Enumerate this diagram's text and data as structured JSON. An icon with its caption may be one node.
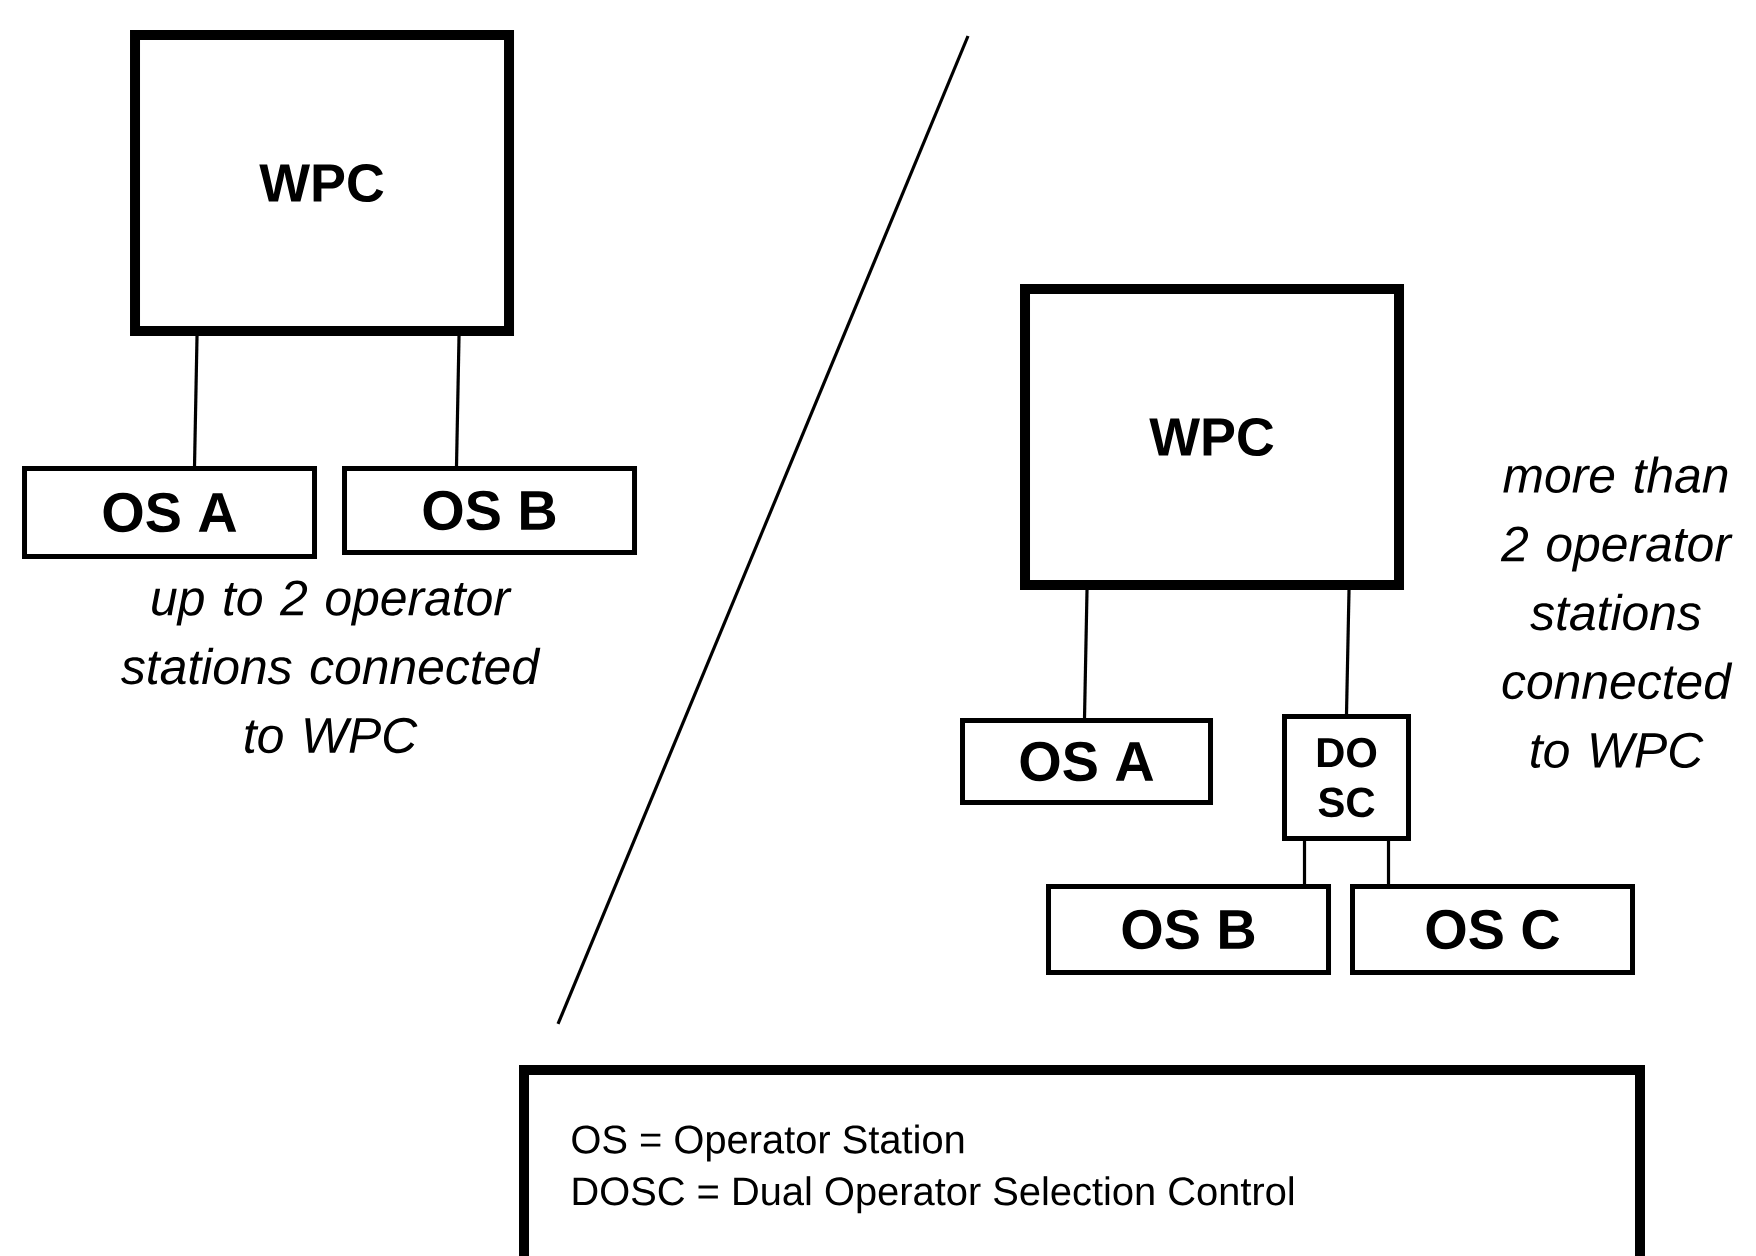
{
  "diagram": {
    "nodes": [
      {
        "text": [
          "WPC"
        ]
      },
      {
        "text": [
          "OS A"
        ]
      },
      {
        "text": [
          "OS B"
        ]
      },
      {
        "text": [
          "WPC"
        ]
      },
      {
        "text": [
          "OS A"
        ]
      },
      {
        "text": [
          "DO SC"
        ]
      },
      {
        "text": [
          "OS B"
        ]
      },
      {
        "text": [
          "OS C"
        ]
      },
      {
        "text": [
          "OS  =  Operator Station",
          "DOSC  =  Dual Operator Selection Control"
        ]
      }
    ],
    "edges": [
      {
        "from": 0,
        "to": 1,
        "arrow": "none"
      },
      {
        "from": 0,
        "to": 2,
        "arrow": "none"
      },
      {
        "from": 3,
        "to": 4,
        "arrow": "none"
      },
      {
        "from": 3,
        "to": 5,
        "arrow": "none"
      },
      {
        "from": 5,
        "to": 6,
        "arrow": "none"
      },
      {
        "from": 5,
        "to": 7,
        "arrow": "none"
      }
    ],
    "labels": [
      "up to 2 operator stations connected to WPC",
      "more than 2 operator stations connected to WPC"
    ]
  }
}
